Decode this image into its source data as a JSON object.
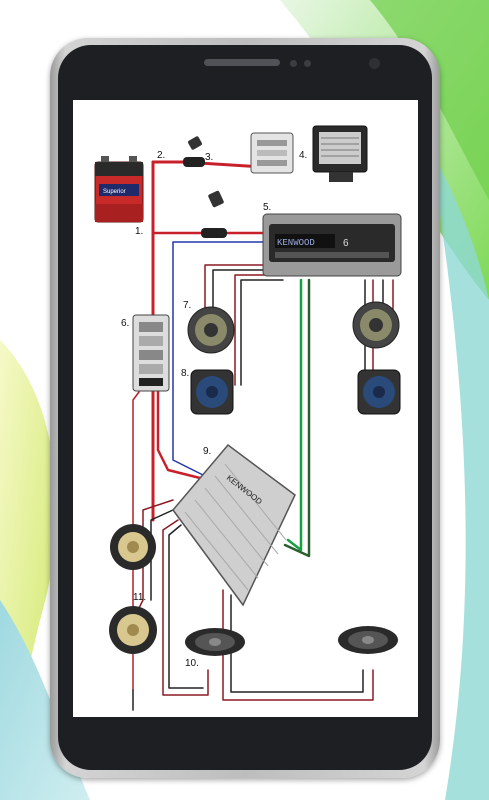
{
  "diagram": {
    "labels": {
      "battery": "1.",
      "fuse_holder": "2.",
      "remote_fuse": "3.",
      "converter": "4.",
      "head_unit": "5.",
      "distribution_block": "6.",
      "front_speakers": "7.",
      "rear_speakers": "8.",
      "amplifier": "9.",
      "oval_speakers": "10.",
      "subwoofers": "11."
    },
    "battery_brand": "Superior",
    "head_unit_display": "KENWOOD",
    "head_unit_channel": "6",
    "amplifier_brand": "KENWOOD"
  },
  "colors": {
    "power_wire": "#c8202a",
    "remote_wire": "#2238a8",
    "signal_wire": "#18a040",
    "accent_green": "#7ed957"
  }
}
